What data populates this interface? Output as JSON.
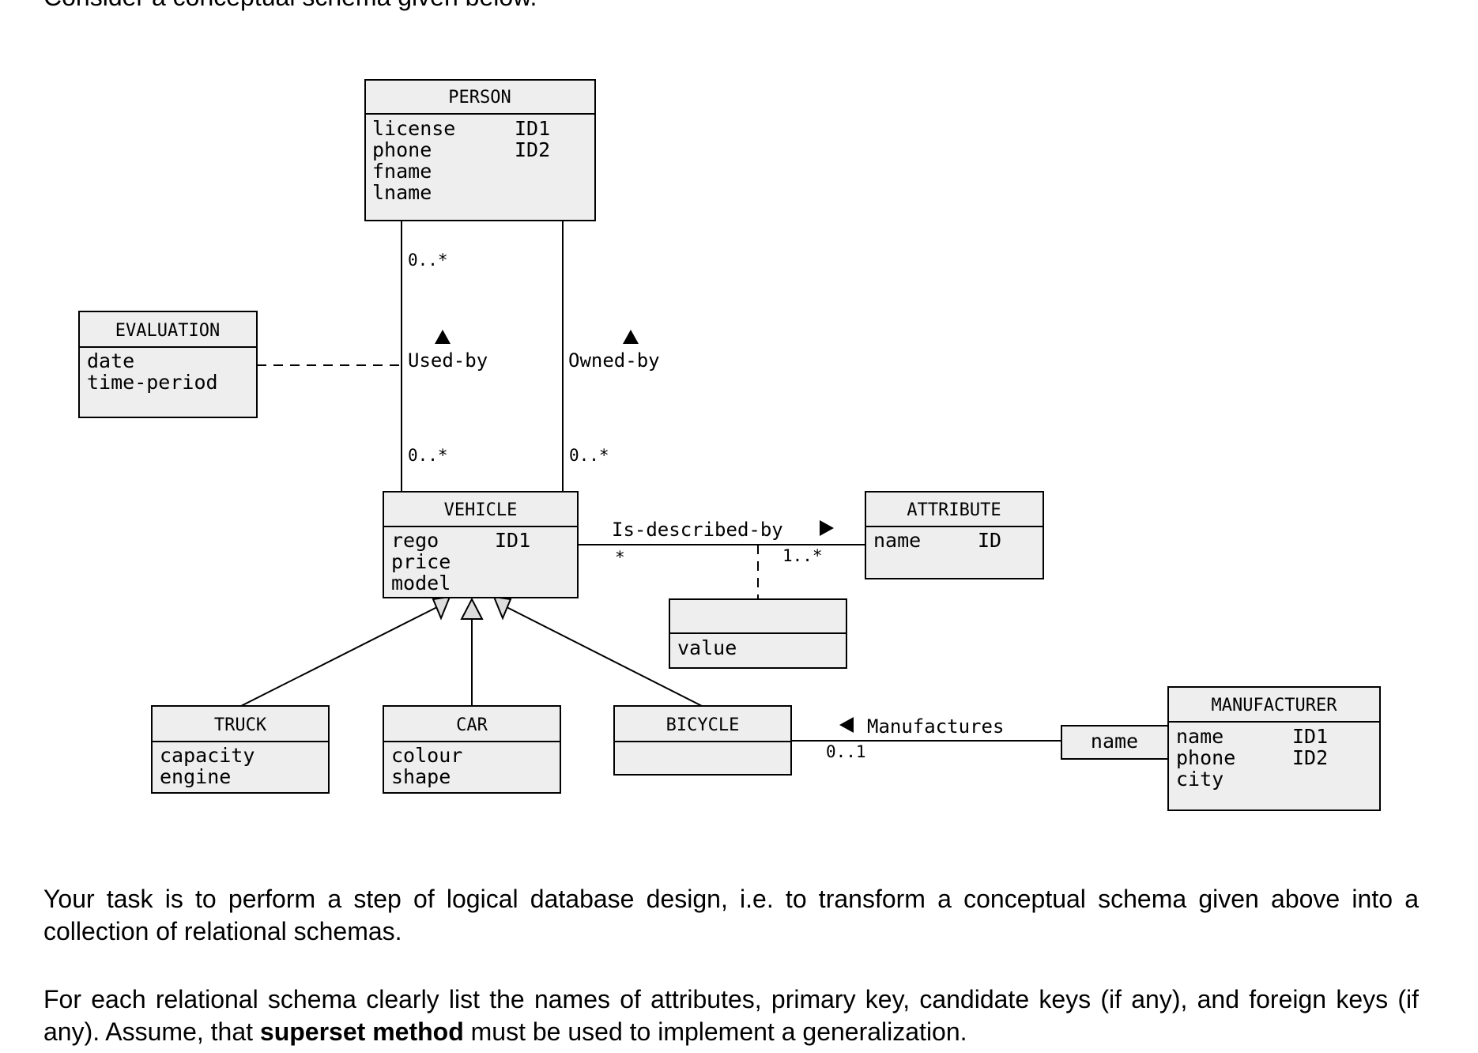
{
  "intro": "Consider a conceptual schema given below.",
  "diagram": {
    "classes": {
      "person": {
        "title": "PERSON",
        "attrs": [
          "license",
          "phone",
          "fname",
          "lname"
        ],
        "ids": [
          "ID1",
          "ID2"
        ]
      },
      "evaluation": {
        "title": "EVALUATION",
        "attrs": [
          "date",
          "time-period"
        ]
      },
      "vehicle": {
        "title": "VEHICLE",
        "attrs": [
          "rego",
          "price",
          "model"
        ],
        "ids": [
          "ID1"
        ]
      },
      "attribute": {
        "title": "ATTRIBUTE",
        "attrs": [
          "name"
        ],
        "ids": [
          "ID"
        ]
      },
      "assoc_value": {
        "title": "",
        "attrs": [
          "value"
        ]
      },
      "truck": {
        "title": "TRUCK",
        "attrs": [
          "capacity",
          "engine"
        ]
      },
      "car": {
        "title": "CAR",
        "attrs": [
          "colour",
          "shape"
        ]
      },
      "bicycle": {
        "title": "BICYCLE",
        "attrs": []
      },
      "manufacturer": {
        "title": "MANUFACTURER",
        "attrs": [
          "name",
          "phone",
          "city"
        ],
        "ids": [
          "ID1",
          "ID2"
        ]
      }
    },
    "associations": {
      "used_by": {
        "name": "Used-by",
        "mult_top": "0..*",
        "mult_bottom": "0..*"
      },
      "owned_by": {
        "name": "Owned-by",
        "mult_bottom": "0..*"
      },
      "is_described_by": {
        "name": "Is-described-by",
        "mult_left": "*",
        "mult_right": "1..*"
      },
      "manufactures": {
        "name": "Manufactures",
        "mult": "0..1",
        "qualifier": "name"
      }
    }
  },
  "paragraph1": "Your task is to perform a step of logical database design, i.e. to transform a conceptual schema given above into a collection of relational schemas.",
  "paragraph2": {
    "before": "For each relational schema clearly list the names of attributes, primary key, candidate keys (if any), and foreign keys (if any). Assume, that ",
    "bold": "superset method",
    "after": " must be used to implement a generalization."
  }
}
